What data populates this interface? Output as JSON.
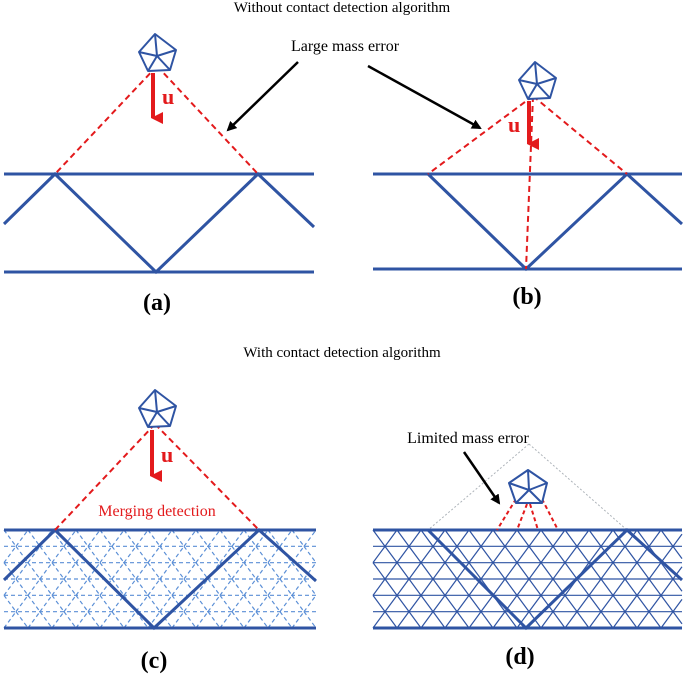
{
  "headings": {
    "top": "Without contact detection algorithm",
    "bottom": "With contact detection algorithm"
  },
  "annotations": {
    "large_mass_error": "Large mass error",
    "merging_detection": "Merging detection",
    "limited_mass_error": "Limited mass error"
  },
  "displacement_label": "u",
  "panels": {
    "a": "(a)",
    "b": "(b)",
    "c": "(c)",
    "d": "(d)"
  },
  "colors": {
    "mesh": "#2f54a3",
    "fine_mesh": "#5b8fd6",
    "contact": "#e31a1c",
    "annotation": "#000000",
    "ghost": "#aeb4ba"
  },
  "icons": {
    "particle": "pentagon-particle-icon",
    "arrow": "displacement-arrow-icon"
  }
}
